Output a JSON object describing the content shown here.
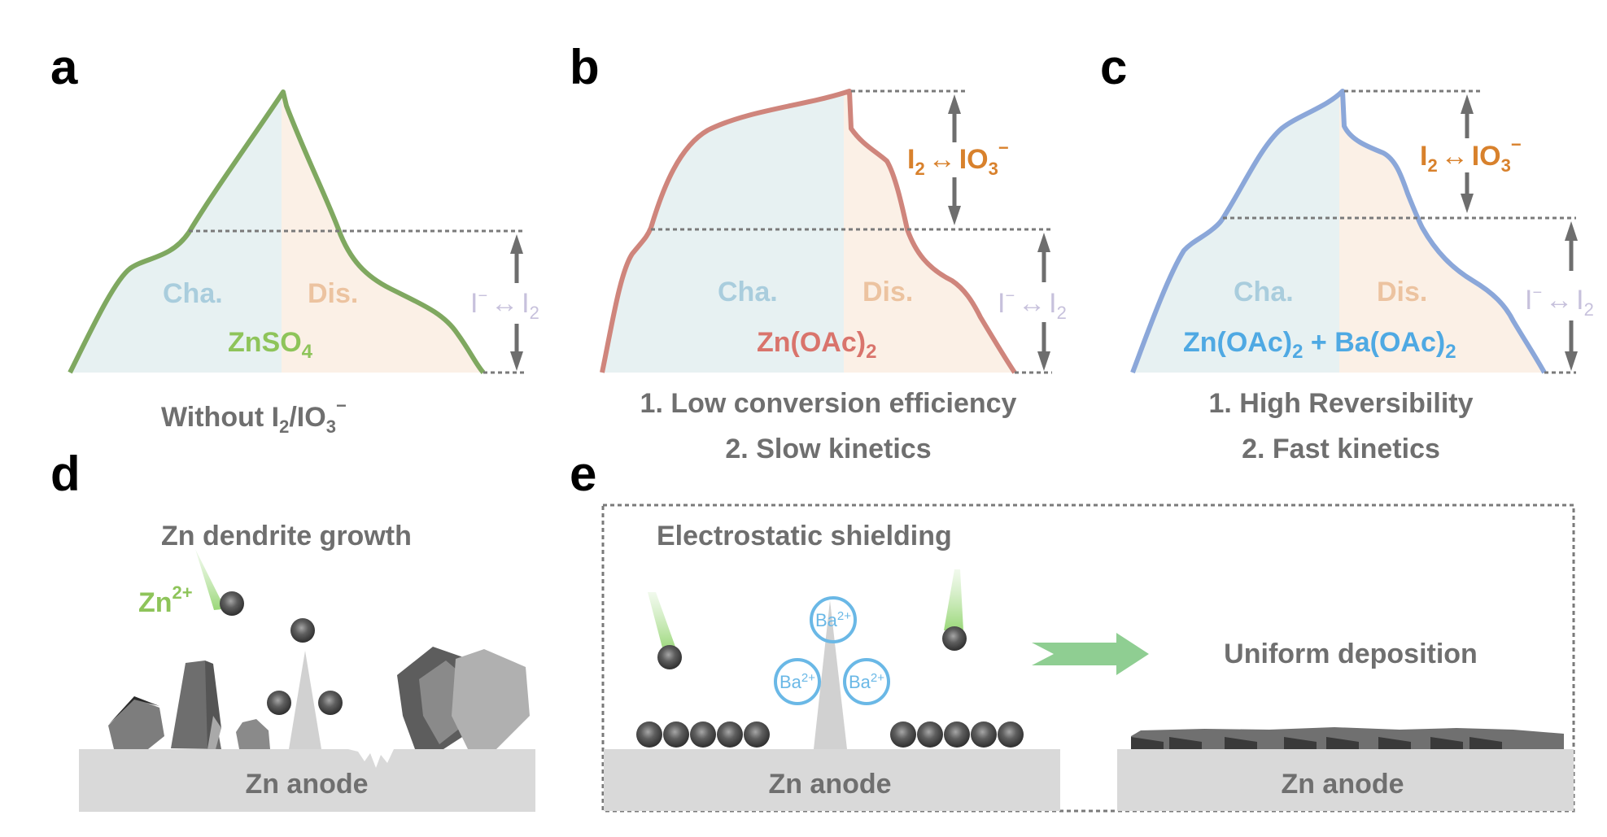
{
  "panels": {
    "a": {
      "label": "a",
      "charge_label": "Cha.",
      "discharge_label": "Dis.",
      "electrolyte": "ZnSO",
      "electrolyte_sub": "4",
      "electrolyte_color": "#8ec45a",
      "curve_color": "#7fa860",
      "redox_low": {
        "left": "I",
        "sup": "−",
        "arrow": "↔",
        "right": "I",
        "sub": "2"
      },
      "caption_line1": {
        "pre": "Without I",
        "sub": "2",
        "mid": "/IO",
        "sub2": "3",
        "sup": "−"
      }
    },
    "b": {
      "label": "b",
      "charge_label": "Cha.",
      "discharge_label": "Dis.",
      "electrolyte": "Zn(OAc)",
      "electrolyte_sub": "2",
      "electrolyte_color": "#d9746c",
      "curve_color": "#cf857c",
      "redox_high": {
        "left": "I",
        "sub": "2",
        "arrow": "↔",
        "right": "IO",
        "sub2": "3",
        "sup": "−"
      },
      "redox_low": {
        "left": "I",
        "sup": "−",
        "arrow": "↔",
        "right": "I",
        "sub": "2"
      },
      "caption_line1": "1. Low conversion efficiency",
      "caption_line2": "2. Slow kinetics"
    },
    "c": {
      "label": "c",
      "charge_label": "Cha.",
      "discharge_label": "Dis.",
      "electrolyte_a": "Zn(OAc)",
      "electrolyte_a_sub": "2",
      "electrolyte_plus": " + ",
      "electrolyte_b": "Ba(OAc)",
      "electrolyte_b_sub": "2",
      "electrolyte_color": "#4fa9e3",
      "curve_color": "#8ba7d9",
      "redox_high": {
        "left": "I",
        "sub": "2",
        "arrow": "↔",
        "right": "IO",
        "sub2": "3",
        "sup": "−"
      },
      "redox_low": {
        "left": "I",
        "sup": "−",
        "arrow": "↔",
        "right": "I",
        "sub": "2"
      },
      "caption_line1": "1. High Reversibility",
      "caption_line2": "2. Fast kinetics"
    },
    "d": {
      "label": "d",
      "title": "Zn dendrite growth",
      "ion_label": "Zn",
      "ion_sup": "2+",
      "anode_label": "Zn anode"
    },
    "e": {
      "label": "e",
      "title_left": "Electrostatic shielding",
      "title_right": "Uniform deposition",
      "ba_ion": "Ba",
      "ba_sup": "2+",
      "anode_left_label": "Zn anode",
      "anode_right_label": "Zn anode"
    }
  },
  "colors": {
    "charge_fill": "#e7f1f2",
    "discharge_fill": "#fbf0e6",
    "anode": "#d9d9d9",
    "arrow_green": "#8fce92",
    "ba_ring": "#6ab8e6"
  }
}
